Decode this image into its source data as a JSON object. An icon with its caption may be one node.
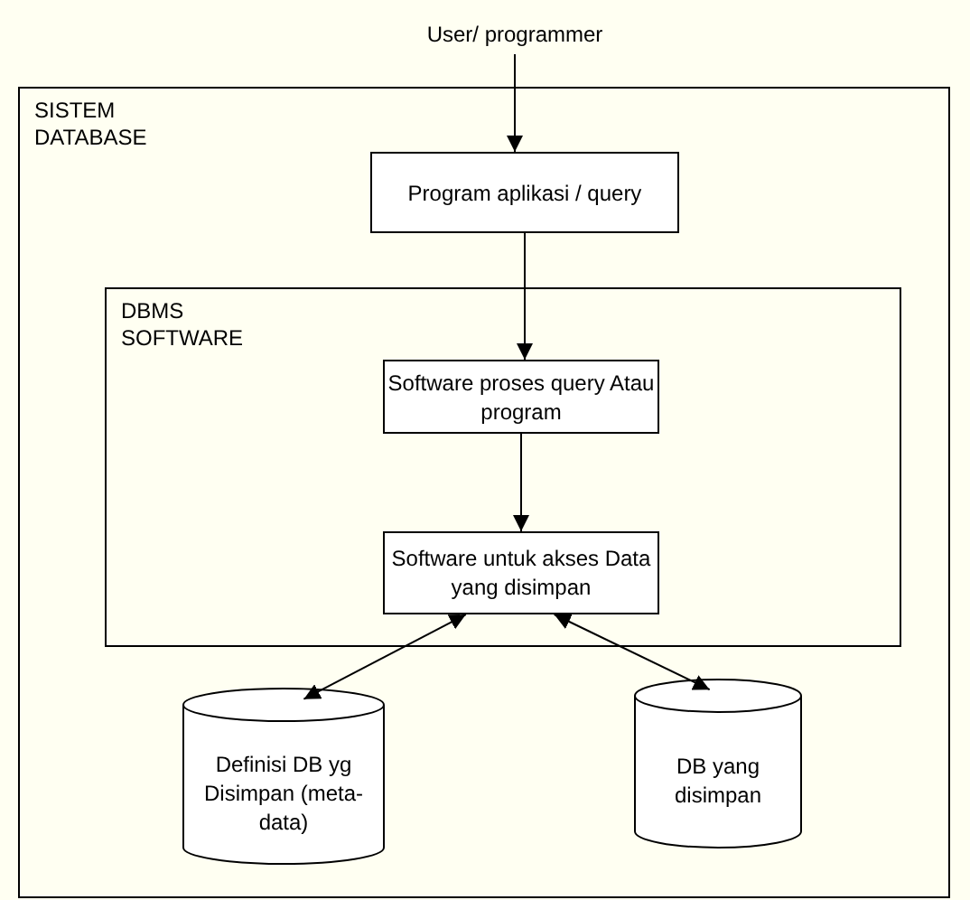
{
  "diagram": {
    "nodes": [
      {
        "text": [
          "User/ programmer"
        ]
      },
      {
        "text": [
          "SISTEM DATABASE"
        ]
      },
      {
        "text": [
          "Program aplikasi / query"
        ],
        "in": 1
      },
      {
        "text": [
          "DBMS SOFTWARE"
        ],
        "in": 1
      },
      {
        "text": [
          "Software proses query Atau program"
        ],
        "in": 3
      },
      {
        "text": [
          "Software untuk akses Data yang disimpan"
        ],
        "in": 3
      },
      {
        "text": [
          "Definisi DB yg Disimpan (meta-data)"
        ],
        "in": 1
      },
      {
        "text": [
          "DB yang disimpan"
        ],
        "in": 1
      }
    ],
    "edges": [
      {
        "from": 0,
        "to": 2,
        "arrow": "to"
      },
      {
        "from": 2,
        "to": 4,
        "arrow": "to"
      },
      {
        "from": 4,
        "to": 5,
        "arrow": "to"
      },
      {
        "from": 5,
        "to": 6,
        "arrow": "both"
      },
      {
        "from": 5,
        "to": 7,
        "arrow": "both"
      }
    ]
  }
}
